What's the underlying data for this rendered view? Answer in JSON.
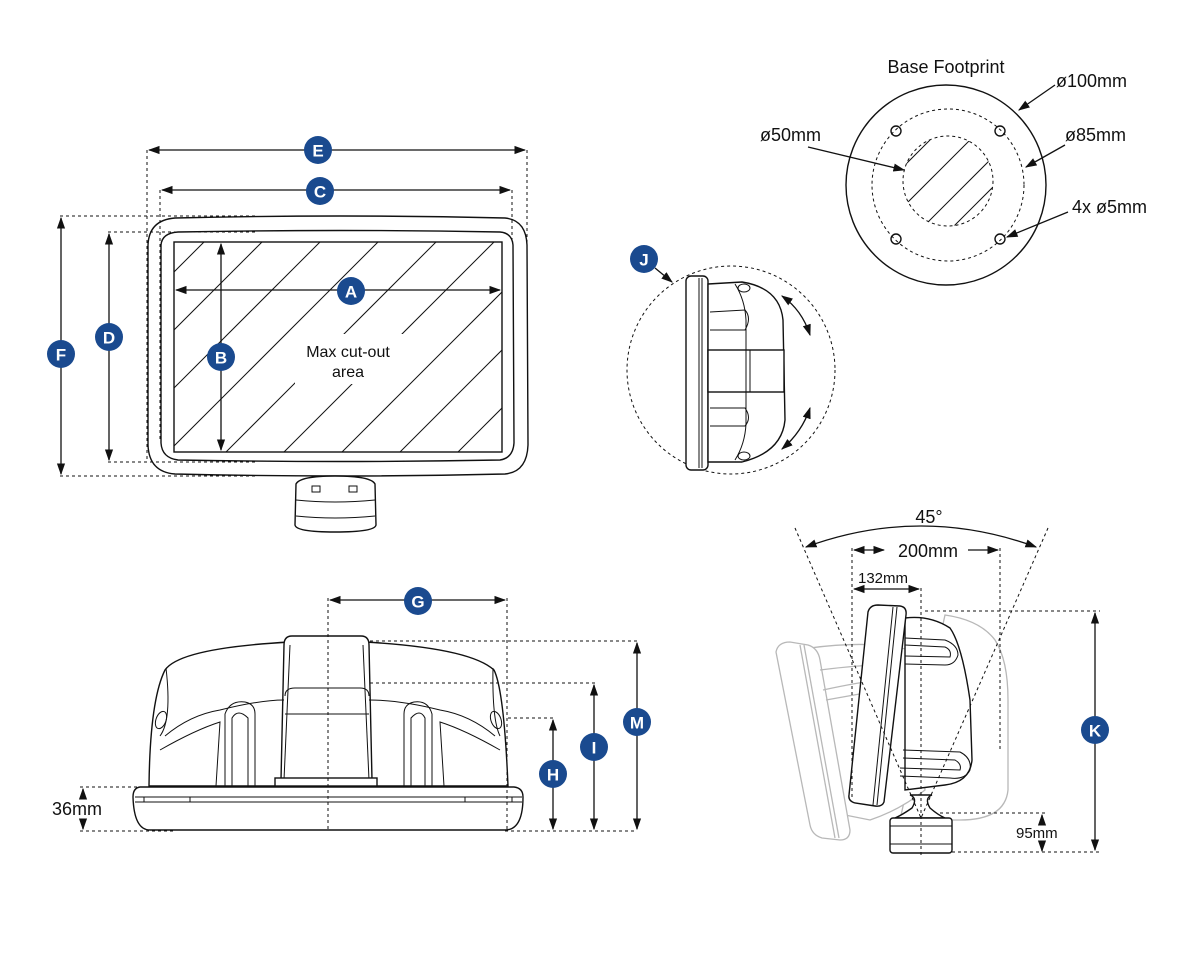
{
  "badge_color": "#1a4a8f",
  "front_view": {
    "cutout_label_line1": "Max cut-out",
    "cutout_label_line2": "area",
    "dimensions": {
      "A": "A",
      "B": "B",
      "C": "C",
      "D": "D",
      "E": "E",
      "F": "F"
    }
  },
  "side_detail": {
    "dimensions": {
      "J": "J"
    }
  },
  "base_footprint": {
    "title": "Base Footprint",
    "outer_diameter": "ø100mm",
    "bolt_circle_diameter": "ø85mm",
    "center_diameter": "ø50mm",
    "holes": "4x ø5mm"
  },
  "top_view": {
    "base_height": "36mm",
    "dimensions": {
      "G": "G",
      "H": "H",
      "I": "I",
      "M": "M"
    }
  },
  "tilt_view": {
    "angle": "45°",
    "width_outer": "200mm",
    "width_inner": "132mm",
    "mount_height": "95mm",
    "dimensions": {
      "K": "K"
    }
  }
}
